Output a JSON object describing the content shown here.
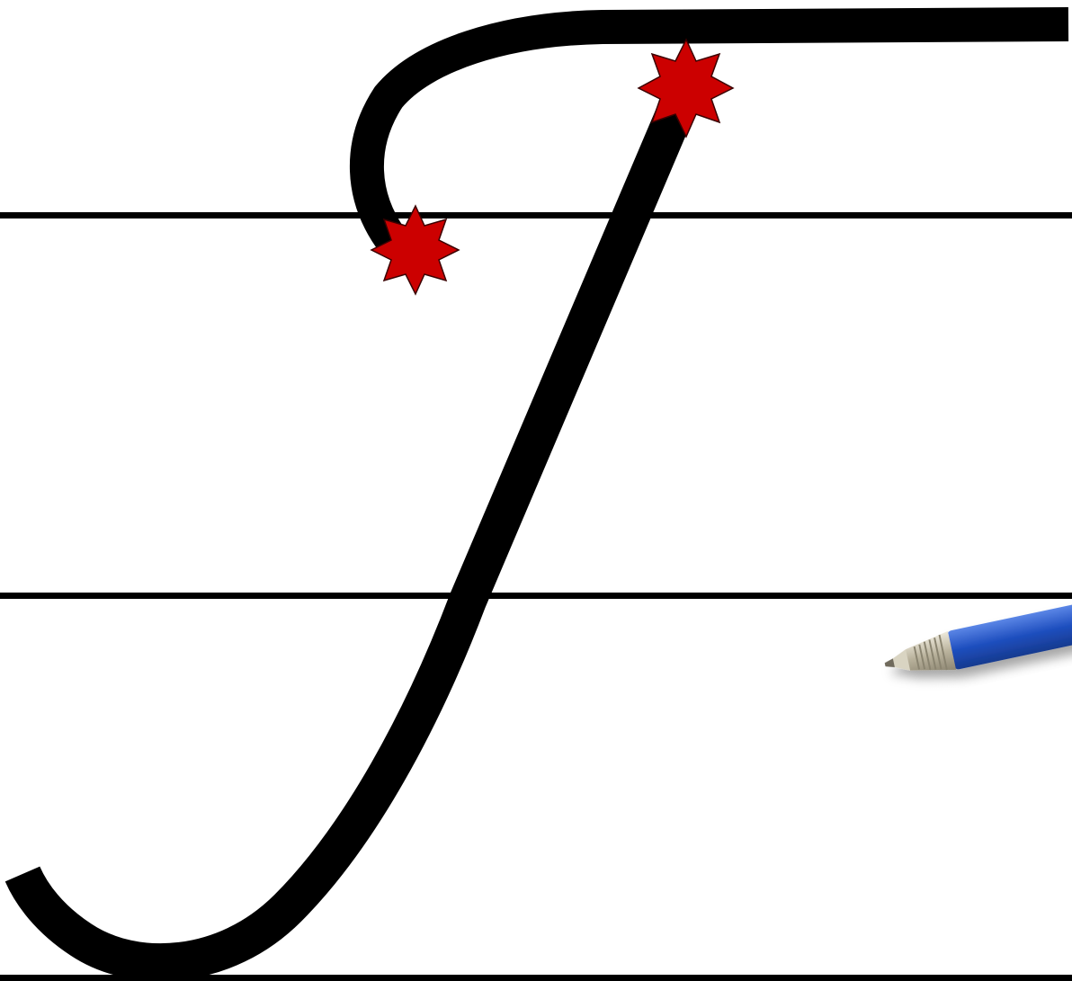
{
  "scene": {
    "background_color": "#ffffff",
    "guide_line_color": "#000000",
    "letter_stroke_color": "#000000",
    "start_marker_color": "#cc0000",
    "pen_body_color": "#1f4fbf",
    "pen_tip_color": "#c8c2b0",
    "guide_lines_count": 3,
    "letter_strokes_count": 2,
    "start_markers_count": 2,
    "icons": [
      "star-marker-icon",
      "pen-icon"
    ]
  }
}
